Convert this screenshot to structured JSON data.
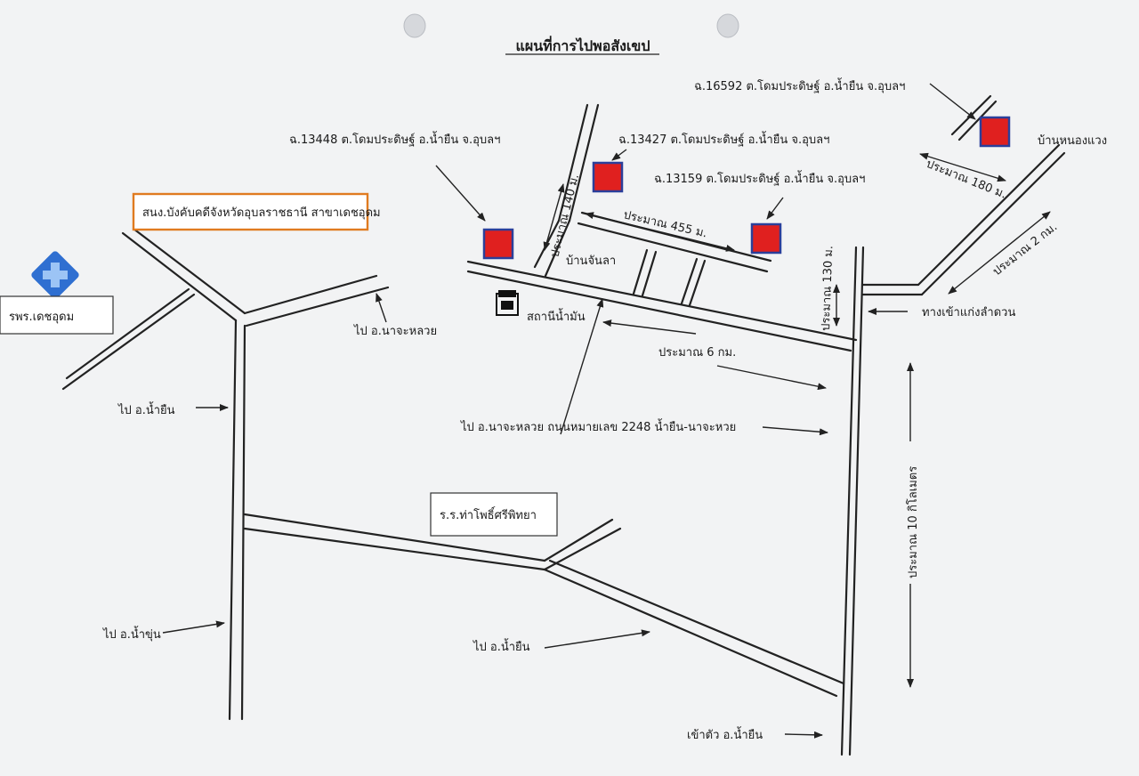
{
  "title": "แผนที่การไปพอสังเขป",
  "colors": {
    "plot_fill": "#e0201f",
    "plot_border": "#2b3f9a",
    "court_box": "#e07b20",
    "hospital_icon": "#2f6fd1"
  },
  "icons": {
    "hospital": "hospital-cross-icon",
    "gas_station": "gas-station-icon"
  },
  "places": {
    "court": "สนง.บังคับคดีจังหวัดอุบลราชธานี สาขาเดชอุดม",
    "hospital": "รพร.เดชอุดม",
    "school": "ร.ร.ท่าโพธิ์ศรีพิทยา",
    "gas_station": "สถานีน้ำมัน",
    "ban_chanla": "บ้านจันลา",
    "ban_nongwaeng": "บ้านหนองแวง"
  },
  "plots": {
    "p13448": "ฉ.13448 ต.โดมประดิษฐ์ อ.น้ำยืน จ.อุบลฯ",
    "p13427": "ฉ.13427 ต.โดมประดิษฐ์ อ.น้ำยืน จ.อุบลฯ",
    "p13159": "ฉ.13159 ต.โดมประดิษฐ์ อ.น้ำยืน จ.อุบลฯ",
    "p16592": "ฉ.16592 ต.โดมประดิษฐ์ อ.น้ำยืน จ.อุบลฯ"
  },
  "distances": {
    "d140": "ประมาณ 140 ม.",
    "d455": "ประมาณ 455 ม.",
    "d130": "ประมาณ 130 ม.",
    "d180": "ประมาณ 180 ม.",
    "d2km": "ประมาณ 2 กม.",
    "d6km": "ประมาณ 6 กม.",
    "d10km": "ประมาณ 10 กิโลเมตร"
  },
  "directions": {
    "to_nachaluai_top": "ไป อ.นาจะหลวย",
    "to_namyuen_left": "ไป อ.น้ำยืน",
    "to_namkhun": "ไป อ.น้ำขุ่น",
    "to_namyuen_bottom": "ไป อ.น้ำยืน",
    "road_2248": "ไป อ.นาจะหลวย ถนนหมายเลข 2248 น้ำยืน-นาจะหวย",
    "lam_duan": "ทางเข้าแก่งลำดวน",
    "into_namyuen": "เข้าตัว อ.น้ำยืน"
  }
}
